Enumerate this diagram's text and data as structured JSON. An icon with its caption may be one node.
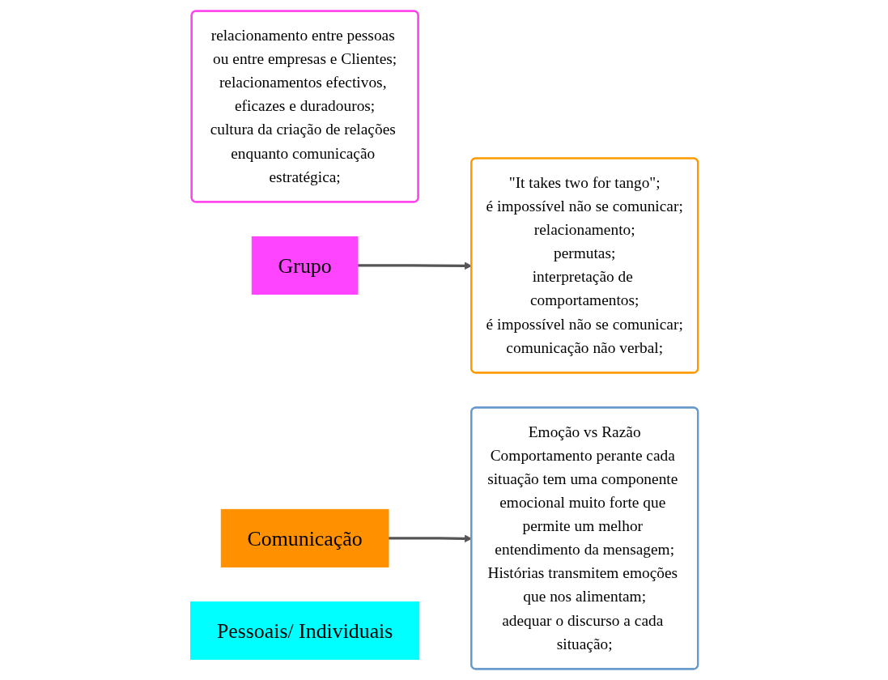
{
  "diagram": {
    "nodes": [
      {
        "text": [
          "relacionamento entre pessoas ou entre empresas e Clientes;",
          "relacionamentos efectivos, eficazes e duradouros;",
          "cultura da criação de relações enquanto comunicação estratégica;"
        ]
      },
      {
        "text": [
          "Grupo"
        ]
      },
      {
        "text": [
          "Comunicação"
        ]
      },
      {
        "text": [
          "\"It takes two for tango\";",
          "é impossível não se comunicar;",
          "relacionamento;",
          "permutas;",
          "interpretação de comportamentos;",
          "é impossível não se comunicar;",
          "comunicação não verbal;"
        ]
      },
      {
        "text": [
          "Emoção vs Razão",
          "Comportamento perante cada situação tem uma componente emocional muito forte que permite um melhor entendimento da mensagem;",
          "Histórias transmitem emoções que nos alimentam;",
          "adequar o discurso a cada situação;"
        ]
      },
      {
        "text": [
          "Pessoais/ Individuais"
        ]
      }
    ],
    "edges": [
      {
        "from": 1,
        "to": 3,
        "arrow": "to"
      },
      {
        "from": 2,
        "to": 4,
        "arrow": "to"
      }
    ]
  }
}
